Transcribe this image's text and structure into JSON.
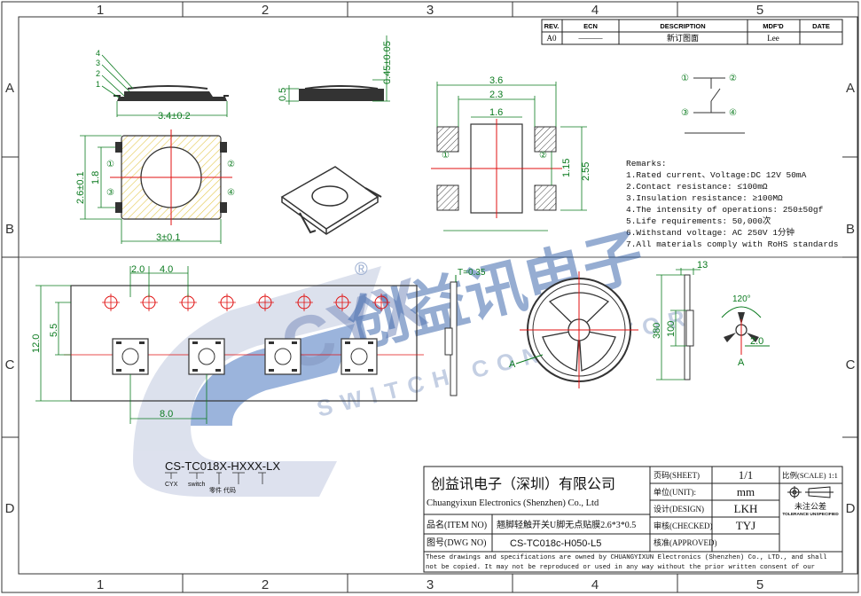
{
  "frame": {
    "cols": [
      "1",
      "2",
      "3",
      "4",
      "5"
    ],
    "rows": [
      "A",
      "B",
      "C",
      "D"
    ]
  },
  "revision": {
    "headers": [
      "REV.",
      "ECN",
      "DESCRIPTION",
      "MDF'D",
      "DATE"
    ],
    "row": {
      "rev": "A0",
      "ecn": "———",
      "description": "新订图面",
      "mdfd": "Lee",
      "date": ""
    }
  },
  "dims": {
    "side_width": "3.4±0.2",
    "height_045": "0.45±0.05",
    "thick_05": "0.5",
    "top_height": "2.6±0.1",
    "top_18": "1.8",
    "top_width": "3±0.1",
    "pad_36": "3.6",
    "pad_23": "2.3",
    "pad_16": "1.6",
    "pad_115": "1.15",
    "pad_255": "2.55",
    "tape_20": "2.0",
    "tape_40": "4.0",
    "tape_120": "12.0",
    "tape_55": "5.5",
    "tape_80": "8.0",
    "tape_t": "T=0.35",
    "reel_13": "13",
    "reel_380": "380",
    "reel_100": "100",
    "reel_120deg": "120°",
    "reel_20": "2.0",
    "reel_a": "A",
    "reel_a2": "A"
  },
  "pins": {
    "p1": "①",
    "p2": "②",
    "p3": "③",
    "p4": "④"
  },
  "side_callouts": [
    "4",
    "3",
    "2",
    "1"
  ],
  "remarks": {
    "title": "Remarks:",
    "items": [
      "1.Rated current、Voltage:DC 12V 50mA",
      "2.Contact resistance: ≤100mΩ",
      "3.Insulation resistance: ≥100MΩ",
      "4.The intensity of operations: 250±50gf",
      "5.Life requirements: 50,000次",
      "6.Withstand voltage: AC 250V 1分钟",
      "7.All materials comply with RoHS standards"
    ]
  },
  "part_code": {
    "code": "CS-TC018X-HXXX-LX",
    "labels": [
      "CYX",
      "switch",
      "零件\n代码"
    ]
  },
  "watermark": {
    "brand": "创益讯电子",
    "sub": "SWITCH CONNECTOR",
    "logo": "CYX",
    "reg": "®"
  },
  "title_block": {
    "company_cn": "创益讯电子（深圳）有限公司",
    "company_en": "Chuangyixun Electronics (Shenzhen) Co., Ltd",
    "item_label": "品名(ITEM NO)",
    "item_value": "翘脚轻触开关U脚无点贴膜2.6*3*0.5",
    "dwg_label": "图号(DWG NO)",
    "dwg_value": "CS-TC018c-H050-L5",
    "sheet_label": "页码(SHEET)",
    "sheet_value": "1/1",
    "unit_label": "单位(UNIT):",
    "unit_value": "mm",
    "design_label": "设计(DESIGN)",
    "design_value": "LKH",
    "checked_label": "审核(CHECKED)",
    "checked_value": "TYJ",
    "approved_label": "核准(APPROVED)",
    "approved_value": "",
    "scale_label": "比例(SCALE)",
    "scale_value": "1:1",
    "tol_cn": "未注公差",
    "tol_en": "TOLERANCE UNSPECIFIED",
    "footer": "These drawings and specifications are owned by CHUANGYIXUN Electronics (Shenzhen) Co., LTD., and shall not be copied. It may not be reproduced or used in any way without the prior written consent of our company ."
  },
  "colors": {
    "dim": "#0a7a1e",
    "red": "#e01010",
    "watermark": "#1e4e9e",
    "hatch": "#e0c040"
  }
}
